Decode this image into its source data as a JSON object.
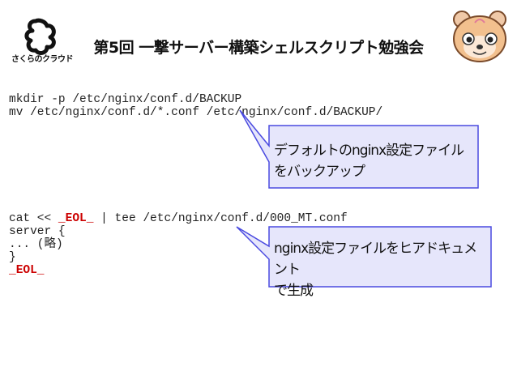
{
  "slide": {
    "title": "第5回 一撃サーバー構築シェルスクリプト勉強会",
    "logo_left": {
      "icon": "sakura-cloud-logo",
      "text": "さくらのクラウド"
    },
    "logo_right": {
      "icon": "mascot-face-icon"
    }
  },
  "code_block_1": {
    "lines": [
      "mkdir -p /etc/nginx/conf.d/BACKUP",
      "mv /etc/nginx/conf.d/*.conf /etc/nginx/conf.d/BACKUP/"
    ]
  },
  "code_block_2": {
    "line1_prefix": "cat << ",
    "line1_marker": "_EOL_",
    "line1_suffix": " | tee /etc/nginx/conf.d/000_MT.conf",
    "line2": "server {",
    "line3": "... (略)",
    "line4": "}",
    "line5_marker": "_EOL_"
  },
  "callouts": [
    {
      "line1": "デフォルトのnginx設定ファイル",
      "line2": "をバックアップ"
    },
    {
      "line1": "nginx設定ファイルをヒアドキュメント",
      "line2": "で生成"
    }
  ],
  "colors": {
    "callout_fill": "#e6e6fb",
    "callout_border": "#4a4ae0",
    "marker": "#cc0000"
  }
}
